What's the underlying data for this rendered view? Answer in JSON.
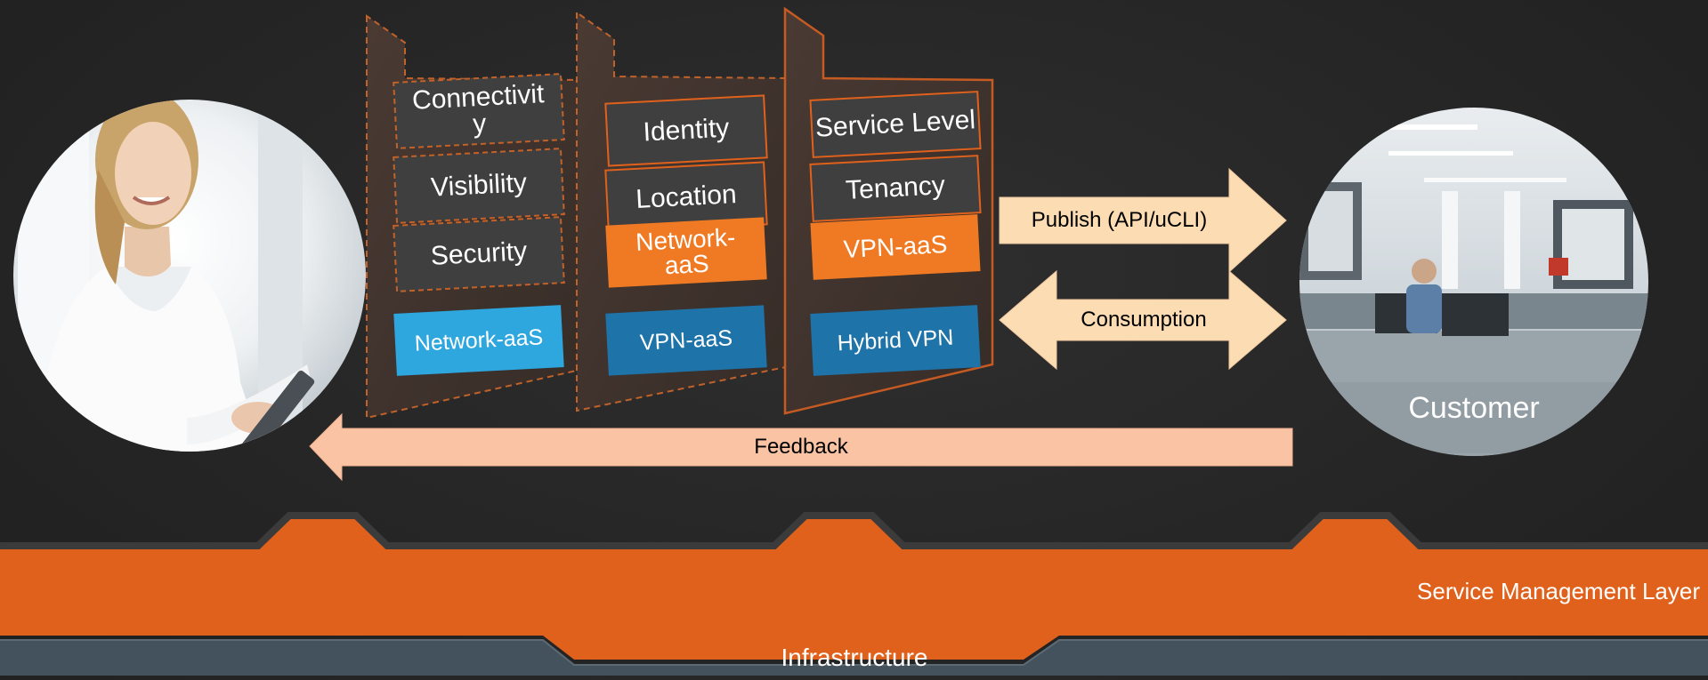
{
  "customer_label": "Customer",
  "folders": [
    {
      "items": [
        {
          "label": "Connectivit\ny",
          "style": "dashed"
        },
        {
          "label": "Visibility",
          "style": "dashed"
        },
        {
          "label": "Security",
          "style": "dashed"
        }
      ],
      "service": {
        "label": "Network-aaS",
        "color": "#2ea6de"
      }
    },
    {
      "items": [
        {
          "label": "Identity",
          "style": "solid"
        },
        {
          "label": "Location",
          "style": "solid"
        },
        {
          "label": "Network-\naaS",
          "style": "orange"
        }
      ],
      "service": {
        "label": "VPN-aaS",
        "color": "#1e73a8"
      }
    },
    {
      "items": [
        {
          "label": "Service Level",
          "style": "solid"
        },
        {
          "label": "Tenancy",
          "style": "solid"
        },
        {
          "label": "VPN-aaS",
          "style": "orange"
        }
      ],
      "service": {
        "label": "Hybrid VPN",
        "color": "#1e73a8"
      }
    }
  ],
  "arrows": {
    "publish": "Publish (API/uCLI)",
    "consumption": "Consumption",
    "feedback": "Feedback"
  },
  "layers": {
    "service_management": "Service Management Layer",
    "infrastructure": "Infrastructure"
  },
  "colors": {
    "background": "#262626",
    "accent_orange": "#e0611b",
    "arrow_fill": "#fbdcb3",
    "feedback_fill": "#f9c3a4",
    "box_grey": "#3f3f3f",
    "infrastructure": "#44525d",
    "dashed_border": "#c0622a"
  }
}
